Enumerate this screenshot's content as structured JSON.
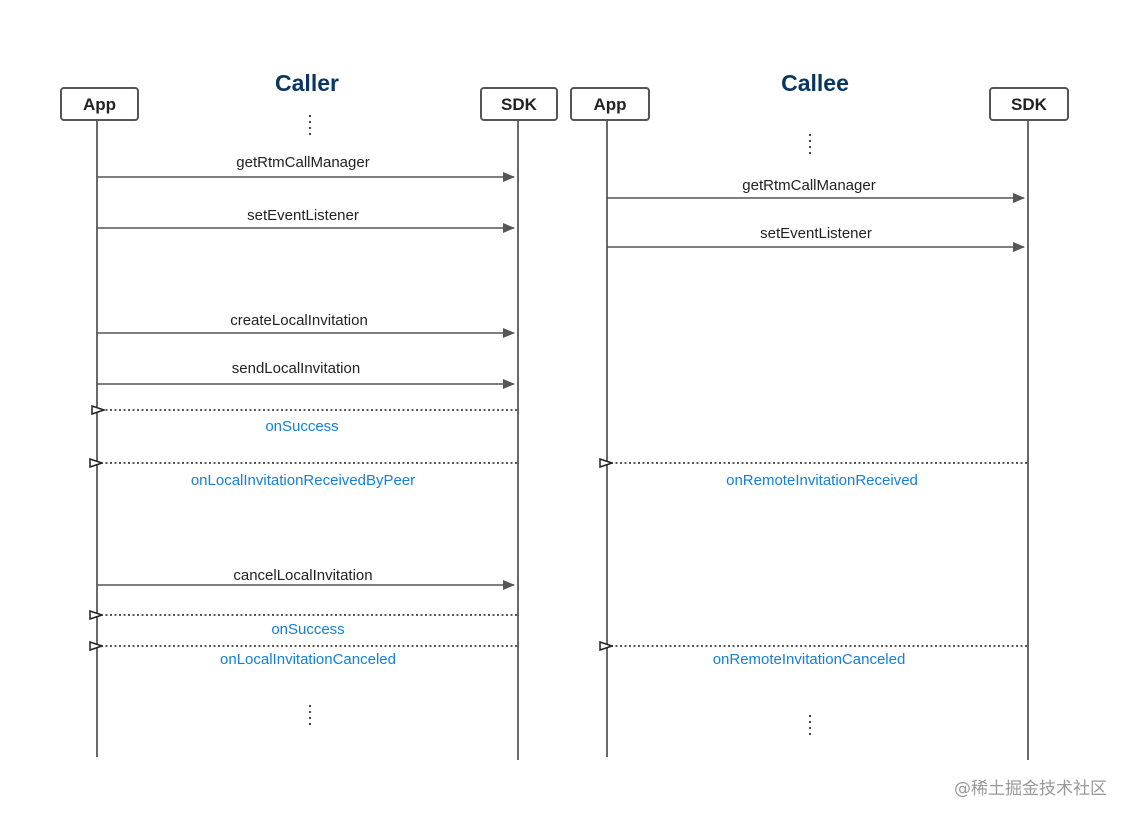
{
  "colors": {
    "title": "#0a3761",
    "request_text": "#222222",
    "reply_text": "#1580d6",
    "line": "#555555"
  },
  "sections": [
    {
      "title": "Caller",
      "actors": [
        "App",
        "SDK"
      ]
    },
    {
      "title": "Callee",
      "actors": [
        "App",
        "SDK"
      ]
    }
  ],
  "caller_messages": [
    {
      "label": "getRtmCallManager",
      "kind": "request"
    },
    {
      "label": "setEventListener",
      "kind": "request"
    },
    {
      "label": "createLocalInvitation",
      "kind": "request"
    },
    {
      "label": "sendLocalInvitation",
      "kind": "request"
    },
    {
      "label": "onSuccess",
      "kind": "reply"
    },
    {
      "label": "onLocalInvitationReceivedByPeer",
      "kind": "reply"
    },
    {
      "label": "cancelLocalInvitation",
      "kind": "request"
    },
    {
      "label": "onSuccess",
      "kind": "reply"
    },
    {
      "label": "onLocalInvitationCanceled",
      "kind": "reply"
    }
  ],
  "callee_messages": [
    {
      "label": "getRtmCallManager",
      "kind": "request"
    },
    {
      "label": "setEventListener",
      "kind": "request"
    },
    {
      "label": "onRemoteInvitationReceived",
      "kind": "reply"
    },
    {
      "label": "onRemoteInvitationCanceled",
      "kind": "reply"
    }
  ],
  "watermark": "@稀土掘金技术社区"
}
